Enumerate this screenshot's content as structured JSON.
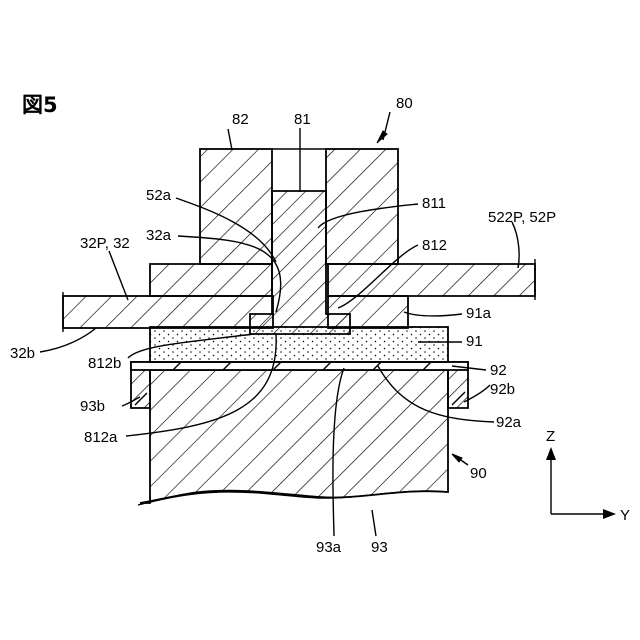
{
  "figure_label": "図5",
  "labels": {
    "l80": "80",
    "l82": "82",
    "l81": "81",
    "l811": "811",
    "l812": "812",
    "l52a": "52a",
    "l32a": "32a",
    "l522P": "522P, 52P",
    "l32P": "32P, 32",
    "l32b": "32b",
    "l812b": "812b",
    "l91a": "91a",
    "l91": "91",
    "l92": "92",
    "l92b": "92b",
    "l93b": "93b",
    "l812a": "812a",
    "l92a": "92a",
    "l90": "90",
    "l93a": "93a",
    "l93": "93",
    "axisZ": "Z",
    "axisY": "Y"
  }
}
